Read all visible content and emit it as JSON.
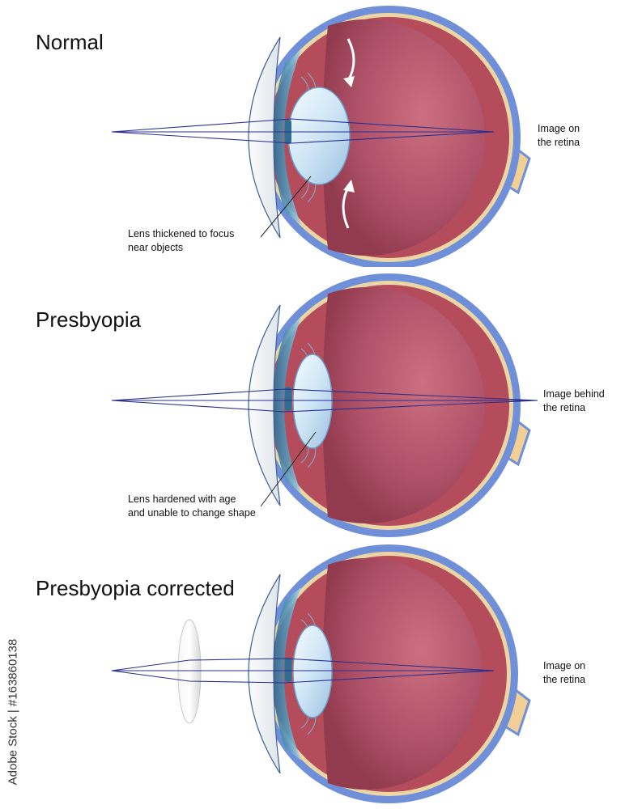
{
  "panels": [
    {
      "id": "normal",
      "title": "Normal",
      "retina_label": [
        "Image on",
        "the retina"
      ],
      "lens_label": [
        "Lens thickened to focus",
        "near objects"
      ]
    },
    {
      "id": "presbyopia",
      "title": "Presbyopia",
      "retina_label": [
        "Image behind",
        "the retina"
      ],
      "lens_label": [
        "Lens hardened with age",
        "and unable to change shape"
      ]
    },
    {
      "id": "corrected",
      "title": "Presbyopia corrected",
      "retina_label": [
        "Image on",
        "the retina"
      ]
    }
  ],
  "watermark": "Adobe Stock | #163860138",
  "colors": {
    "sclera": "#6f8fd8",
    "choroid": "#ebd6a4",
    "vitreous": "#a84b5c",
    "iris": "#b44c5c",
    "lens": "#bcd9f0",
    "cornea": "#e8edf2",
    "ray": "#2a2f8f",
    "optic_nerve": "#f2cf94"
  }
}
